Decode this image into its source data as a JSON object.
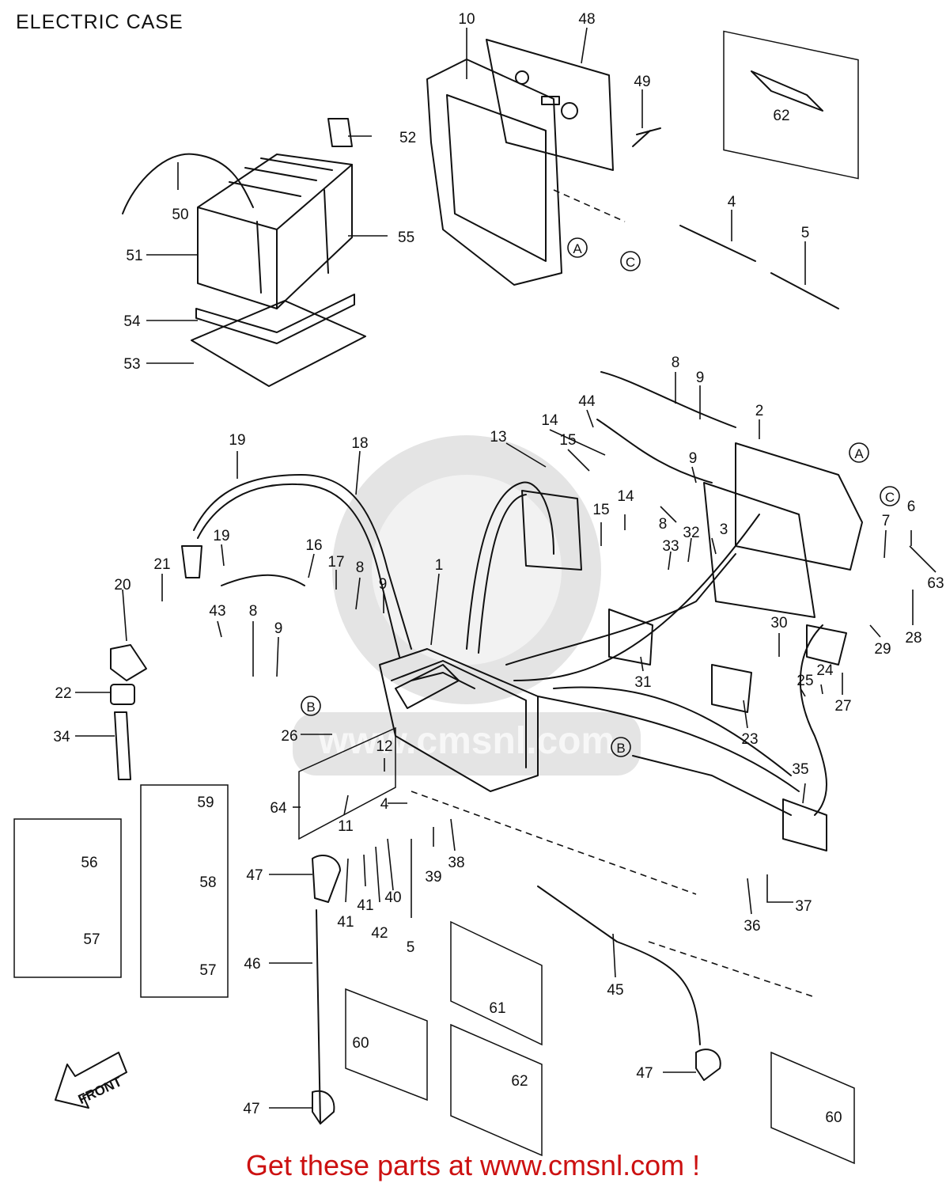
{
  "title": "ELECTRIC CASE",
  "footer": "Get these parts at www.cmsnl.com !",
  "front_arrow_label": "FRONT",
  "watermark": "www.cmsnl.com",
  "reference_marks": [
    "A",
    "B",
    "C"
  ],
  "colors": {
    "footer": "#cc1111",
    "line": "#111111",
    "watermark": "#e4e4e4"
  },
  "callouts": [
    "1",
    "2",
    "3",
    "4",
    "5",
    "6",
    "7",
    "8",
    "9",
    "10",
    "11",
    "12",
    "13",
    "14",
    "15",
    "16",
    "17",
    "18",
    "19",
    "20",
    "21",
    "22",
    "23",
    "24",
    "25",
    "26",
    "27",
    "28",
    "29",
    "30",
    "31",
    "32",
    "33",
    "34",
    "35",
    "36",
    "37",
    "38",
    "39",
    "40",
    "41",
    "42",
    "43",
    "44",
    "45",
    "46",
    "47",
    "48",
    "49",
    "50",
    "51",
    "52",
    "53",
    "54",
    "55",
    "56",
    "57",
    "58",
    "59",
    "60",
    "61",
    "62",
    "63",
    "64"
  ]
}
